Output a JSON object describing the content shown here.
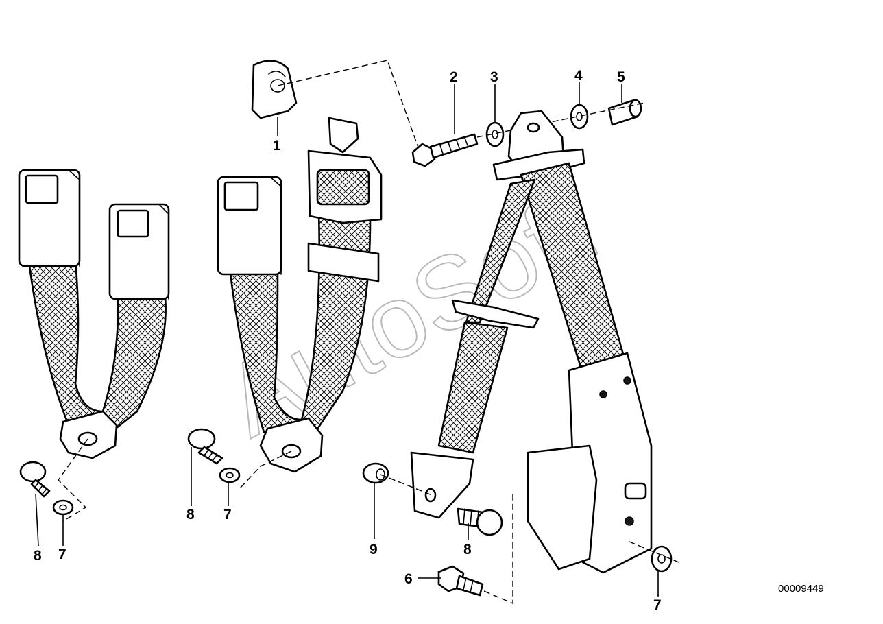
{
  "diagram": {
    "id_number": "00009449",
    "watermark": "AutoSoft",
    "parts": {
      "p1": "1",
      "p2": "2",
      "p3": "3",
      "p4": "4",
      "p5": "5",
      "p6": "6",
      "p7a": "7",
      "p7b": "7",
      "p7c": "7",
      "p8a": "8",
      "p8b": "8",
      "p8c": "8",
      "p9": "9"
    }
  }
}
